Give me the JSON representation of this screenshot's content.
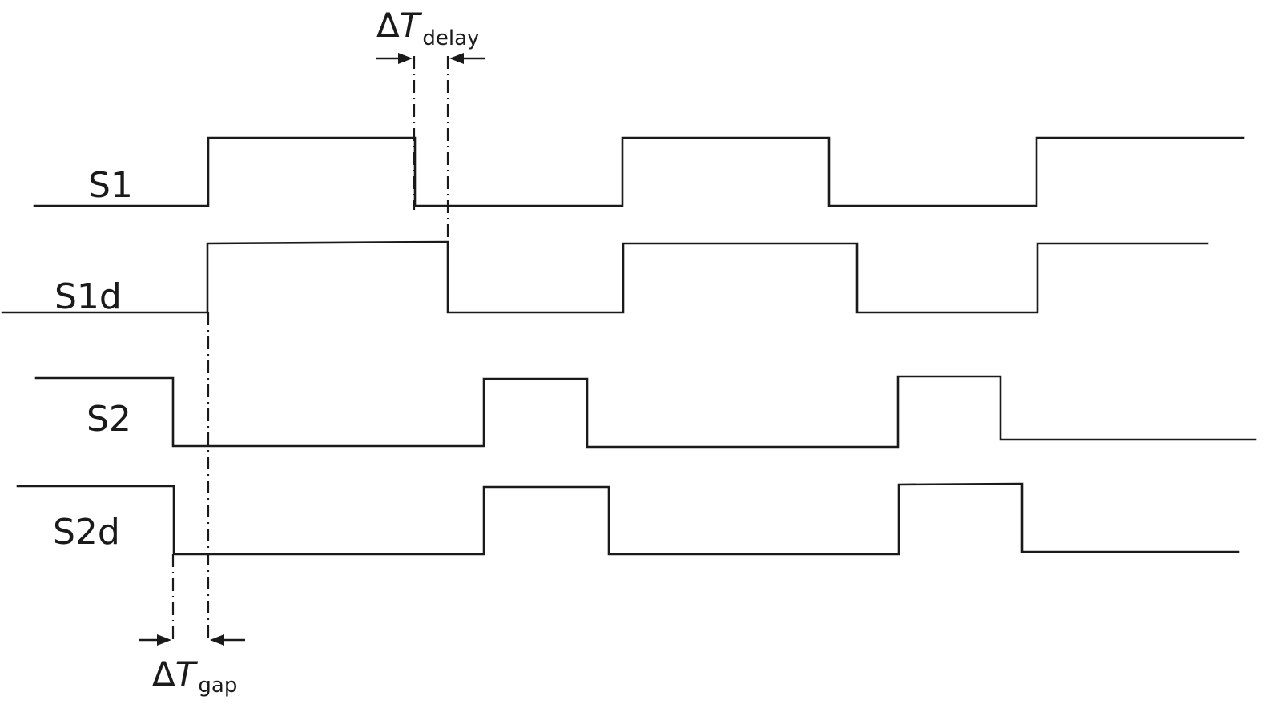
{
  "signals": [
    {
      "id": "S1",
      "label": "S1"
    },
    {
      "id": "S1d",
      "label": "S1d"
    },
    {
      "id": "S2",
      "label": "S2"
    },
    {
      "id": "S2d",
      "label": "S2d"
    }
  ],
  "annotations": {
    "delay": {
      "symbol": "Δ",
      "variable": "T",
      "subscript": "delay"
    },
    "gap": {
      "symbol": "Δ",
      "variable": "T",
      "subscript": "gap"
    }
  },
  "colors": {
    "line": "#1a1a1a",
    "background": "#ffffff"
  }
}
